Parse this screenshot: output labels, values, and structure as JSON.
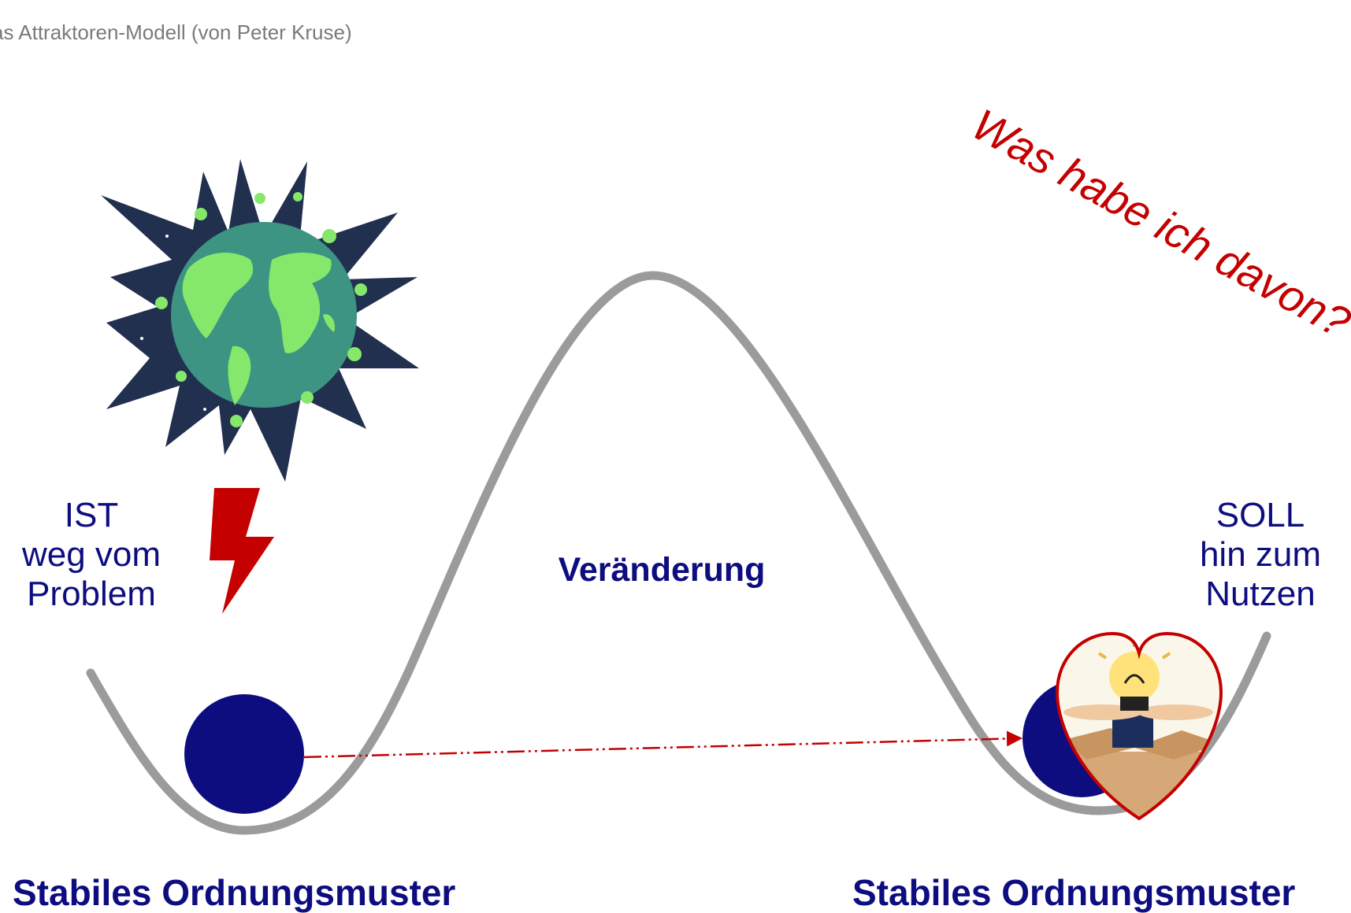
{
  "title": "as Attraktoren-Modell (von Peter Kruse)",
  "question": "Was habe ich davon?",
  "ist": {
    "line1": "IST",
    "line2": "weg vom",
    "line3": "Problem"
  },
  "soll": {
    "line1": "SOLL",
    "line2": "hin zum",
    "line3": "Nutzen"
  },
  "change_label": "Veränderung",
  "stable_left": "Stabiles Ordnungsmuster",
  "stable_right": "Stabiles Ordnungsmuster",
  "icons": {
    "problem_image": "earth-explosion-icon",
    "lightning": "lightning-bolt-icon",
    "benefit_image": "heart-lightbulb-box-icon",
    "ball": "ball-icon",
    "arrow": "dash-dot-arrow"
  },
  "colors": {
    "title_gray": "#7a7a7a",
    "text_navy": "#0d0d80",
    "ball_navy": "#0d0d80",
    "curve_gray": "#9b9b9b",
    "accent_red": "#c40000"
  }
}
